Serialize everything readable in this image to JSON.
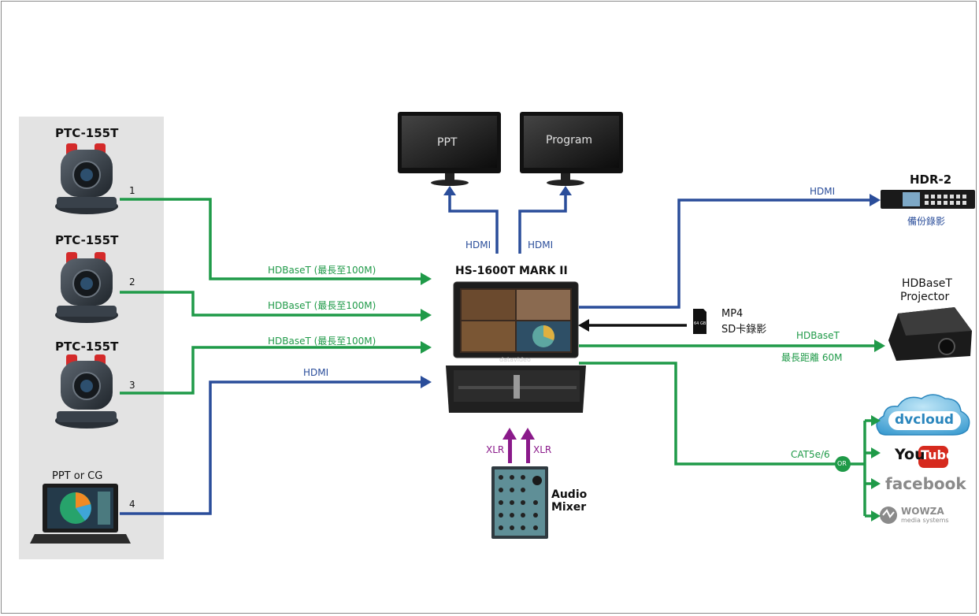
{
  "colors": {
    "hdbaset": "#1f9a48",
    "hdmi": "#2a4d9a",
    "xlr": "#8a1a8a",
    "sd": "#111111",
    "panel": "#e3e3e3"
  },
  "cameras": [
    {
      "name": "PTC-155T",
      "port": "1"
    },
    {
      "name": "PTC-155T",
      "port": "2"
    },
    {
      "name": "PTC-155T",
      "port": "3"
    }
  ],
  "laptop": {
    "name": "PPT or CG",
    "port": "4"
  },
  "switcher": {
    "name": "HS-1600T MARK II",
    "brand": "datavideo"
  },
  "links": {
    "hdbaset_100m_1": "HDBaseT (最長至100M)",
    "hdbaset_100m_2": "HDBaseT (最長至100M)",
    "hdbaset_100m_3": "HDBaseT (最長至100M)",
    "hdmi_in": "HDMI",
    "hdmi_ppt": "HDMI",
    "hdmi_program": "HDMI",
    "hdmi_hdr": "HDMI",
    "projector_link": "HDBaseT",
    "projector_distance": "最長距離 60M",
    "cat": "CAT5e/6",
    "or": "OR",
    "xlr_left": "XLR",
    "xlr_right": "XLR"
  },
  "monitors": {
    "ppt": "PPT",
    "program": "Program"
  },
  "hdr": {
    "name": "HDR-2",
    "caption": "備份錄影"
  },
  "projector": {
    "line1": "HDBaseT",
    "line2": "Projector"
  },
  "sd": {
    "line1": "MP4",
    "line2": "SD卡錄影",
    "card_label": "64 GB"
  },
  "mixer": {
    "line1": "Audio",
    "line2": "Mixer"
  },
  "streaming": {
    "dvcloud": "dvcloud",
    "youtube_you": "You",
    "youtube_tube": "Tube",
    "facebook": "facebook",
    "wowza": "WOWZA",
    "wowza_sub": "media systems"
  }
}
